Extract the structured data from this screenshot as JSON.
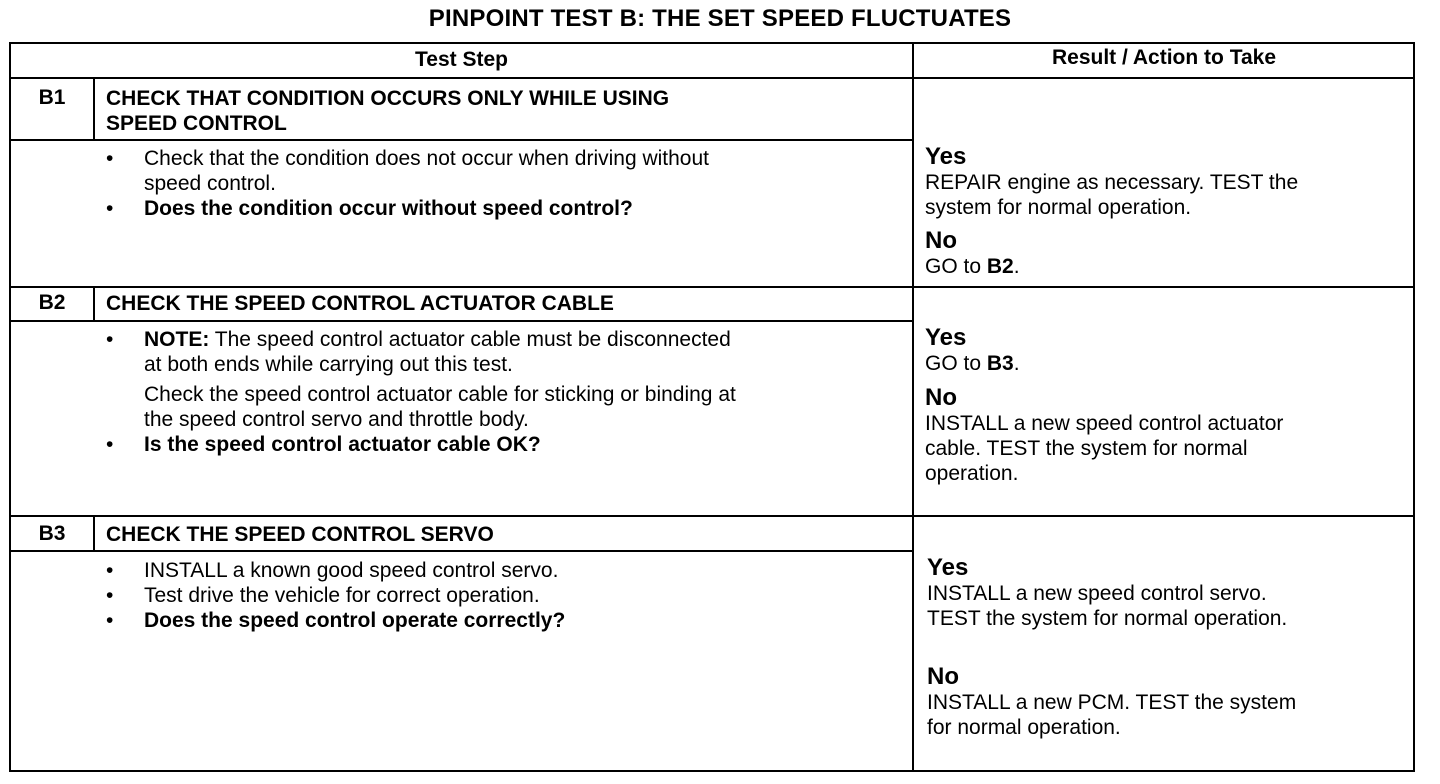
{
  "title": "PINPOINT TEST B: THE SET SPEED FLUCTUATES",
  "headers": {
    "test_step": "Test Step",
    "result": "Result / Action to Take"
  },
  "steps": [
    {
      "code": "B1",
      "title_l1": "CHECK THAT CONDITION OCCURS ONLY WHILE USING",
      "title_l2": "SPEED CONTROL",
      "item1_l1": "Check that the condition does not occur when driving without",
      "item1_l2": "speed control.",
      "item2": "Does the condition occur without speed control?",
      "yes_label": "Yes",
      "yes_l1": "REPAIR engine as necessary. TEST the",
      "yes_l2": "system for normal operation.",
      "no_label": "No",
      "no_prefix": "GO to ",
      "no_ref": "B2",
      "no_suffix": "."
    },
    {
      "code": "B2",
      "title": "CHECK THE SPEED CONTROL ACTUATOR CABLE",
      "note_label": "NOTE:",
      "note_l1": " The speed control actuator cable must be disconnected",
      "note_l2": "at both ends while carrying out this test.",
      "check_l1": "Check the speed control actuator cable for sticking or binding at",
      "check_l2": "the speed control servo and throttle body.",
      "question": "Is the speed control actuator cable OK?",
      "yes_label": "Yes",
      "yes_prefix": "GO to ",
      "yes_ref": "B3",
      "yes_suffix": ".",
      "no_label": "No",
      "no_l1": "INSTALL a new speed control actuator",
      "no_l2": "cable. TEST the system for normal",
      "no_l3": "operation."
    },
    {
      "code": "B3",
      "title": "CHECK THE SPEED CONTROL SERVO",
      "item1": "INSTALL a known good speed control servo.",
      "item2": "Test drive the vehicle for correct operation.",
      "item3": "Does the speed control operate correctly?",
      "yes_label": "Yes",
      "yes_l1": "INSTALL a new speed control servo.",
      "yes_l2": "TEST the system for normal operation.",
      "no_label": "No",
      "no_l1": "INSTALL a new PCM. TEST the system",
      "no_l2": "for normal operation."
    }
  ],
  "bullet_glyph": "•"
}
